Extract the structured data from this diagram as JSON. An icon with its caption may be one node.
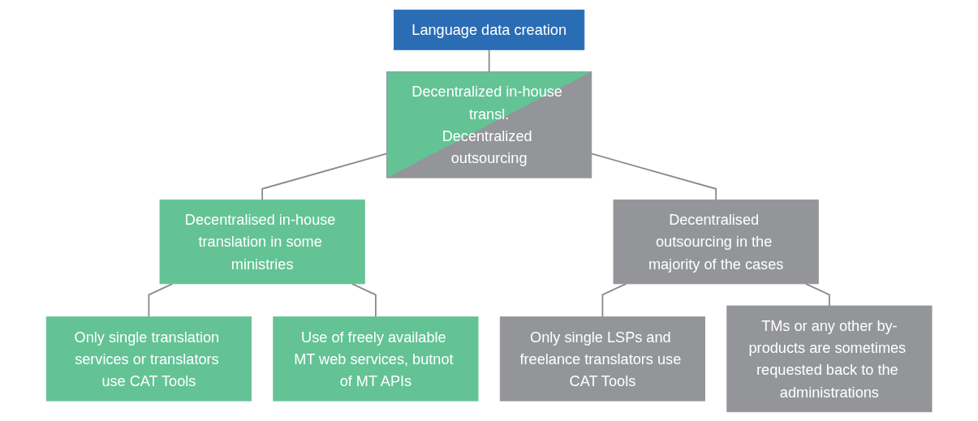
{
  "diagram": {
    "nodes": [
      {
        "text": [
          "Language data creation"
        ]
      },
      {
        "text": [
          "Decentralized in-house transl.",
          "Decentralized outsourcing"
        ]
      },
      {
        "text": [
          "Decentralised in-house translation in some ministries"
        ]
      },
      {
        "text": [
          "Decentralised outsourcing in the majority of the cases"
        ]
      },
      {
        "text": [
          "Only single translation services or translators use CAT Tools"
        ]
      },
      {
        "text": [
          "Use of freely available MT web services, butnot of MT APIs"
        ]
      },
      {
        "text": [
          "Only single LSPs and freelance translators use CAT Tools"
        ]
      },
      {
        "text": [
          "TMs or any other by-products are sometimes requested back to the administrations"
        ]
      }
    ],
    "edges": [
      {
        "from": 0,
        "to": 1,
        "arrow": "none"
      },
      {
        "from": 1,
        "to": 2,
        "arrow": "none"
      },
      {
        "from": 1,
        "to": 3,
        "arrow": "none"
      },
      {
        "from": 2,
        "to": 4,
        "arrow": "none"
      },
      {
        "from": 2,
        "to": 5,
        "arrow": "none"
      },
      {
        "from": 3,
        "to": 6,
        "arrow": "none"
      },
      {
        "from": 3,
        "to": 7,
        "arrow": "none"
      }
    ]
  }
}
